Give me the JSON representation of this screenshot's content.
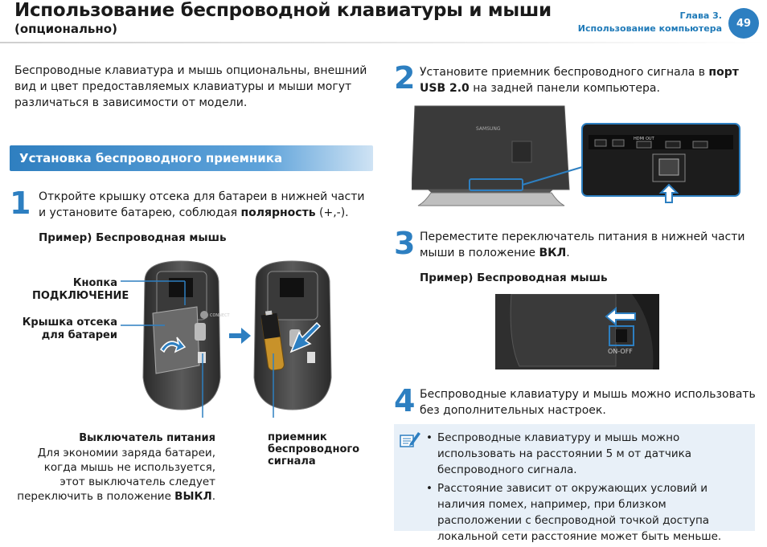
{
  "header": {
    "title": "Использование беспроводной клавиатуры и мыши",
    "subtitle": "(опционально)",
    "chapter": "Глава 3.",
    "chapter_title": "Использование компьютера",
    "page_number": "49"
  },
  "intro": "Беспроводные клавиатура и мышь опциональны, внешний вид и цвет предоставляемых клавиатуры и мыши могут различаться в зависимости от модели.",
  "section": {
    "title": "Установка беспроводного приемника"
  },
  "step1": {
    "number": "1",
    "text_a": "Откройте крышку отсека для батареи в нижней части и установите батарею, соблюдая ",
    "text_bold": "полярность",
    "text_b": " (+,-).",
    "example": "Пример) Беспроводная мышь",
    "callout_connect_a": "Кнопка",
    "callout_connect_b": "ПОДКЛЮЧЕНИЕ",
    "callout_cover_a": "Крышка отсека",
    "callout_cover_b": "для батареи",
    "callout_switch_title": "Выключатель питания",
    "callout_switch_text": "Для экономии заряда батареи, когда мышь не используется, этот выключатель следует переключить в положение ",
    "callout_switch_bold": "ВЫКЛ",
    "callout_switch_end": ".",
    "callout_receiver_a": "приемник",
    "callout_receiver_b": "беспроводного",
    "callout_receiver_c": "сигнала",
    "mouse_label": "CONNECT"
  },
  "step2": {
    "number": "2",
    "text_a": "Установите приемник беспроводного сигнала в ",
    "text_bold1": "порт USB 2.0",
    "text_b": " на задней панели компьютера.",
    "monitor_brand": "SAMSUNG",
    "port_label": "HDMI OUT"
  },
  "step3": {
    "number": "3",
    "text_a": "Переместите переключатель питания в нижней части мыши в положение ",
    "text_bold": "ВКЛ",
    "text_b": ".",
    "example": "Пример) Беспроводная мышь",
    "switch_label": "ON-OFF"
  },
  "step4": {
    "number": "4",
    "text": "Беспроводные клавиатуру и мышь можно использовать без дополнительных настроек."
  },
  "notes": {
    "icon": "note-pencil-icon",
    "items": [
      "Беспроводные клавиатуру и мышь можно использовать на расстоянии 5 м от датчика беспроводного сигнала.",
      "Расстояние зависит от окружающих условий и наличия помех, например, при близком расположении с беспроводной точкой доступа локальной сети расстояние может быть меньше."
    ]
  },
  "colors": {
    "accent": "#2d7fc1",
    "note_bg": "#e8f0f8",
    "arrow": "#2d7fc1"
  }
}
